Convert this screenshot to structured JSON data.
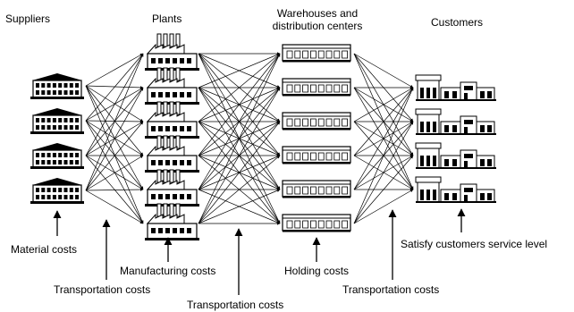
{
  "headers": {
    "suppliers": "Suppliers",
    "plants": "Plants",
    "warehouses_line1": "Warehouses and",
    "warehouses_line2": "distribution centers",
    "customers": "Customers"
  },
  "cost_labels": {
    "material": "Material costs",
    "transport_1": "Transportation costs",
    "manufacturing": "Manufacturing costs",
    "transport_2": "Transportation costs",
    "holding": "Holding costs",
    "transport_3": "Transportation costs",
    "service": "Satisfy customers service level"
  },
  "nodes": {
    "suppliers": 4,
    "plants": 6,
    "warehouses": 6,
    "customers": 4
  },
  "icons": {
    "supplier": "supplier-building-icon",
    "plant": "factory-icon",
    "warehouse": "warehouse-icon",
    "customer": "store-icon"
  }
}
